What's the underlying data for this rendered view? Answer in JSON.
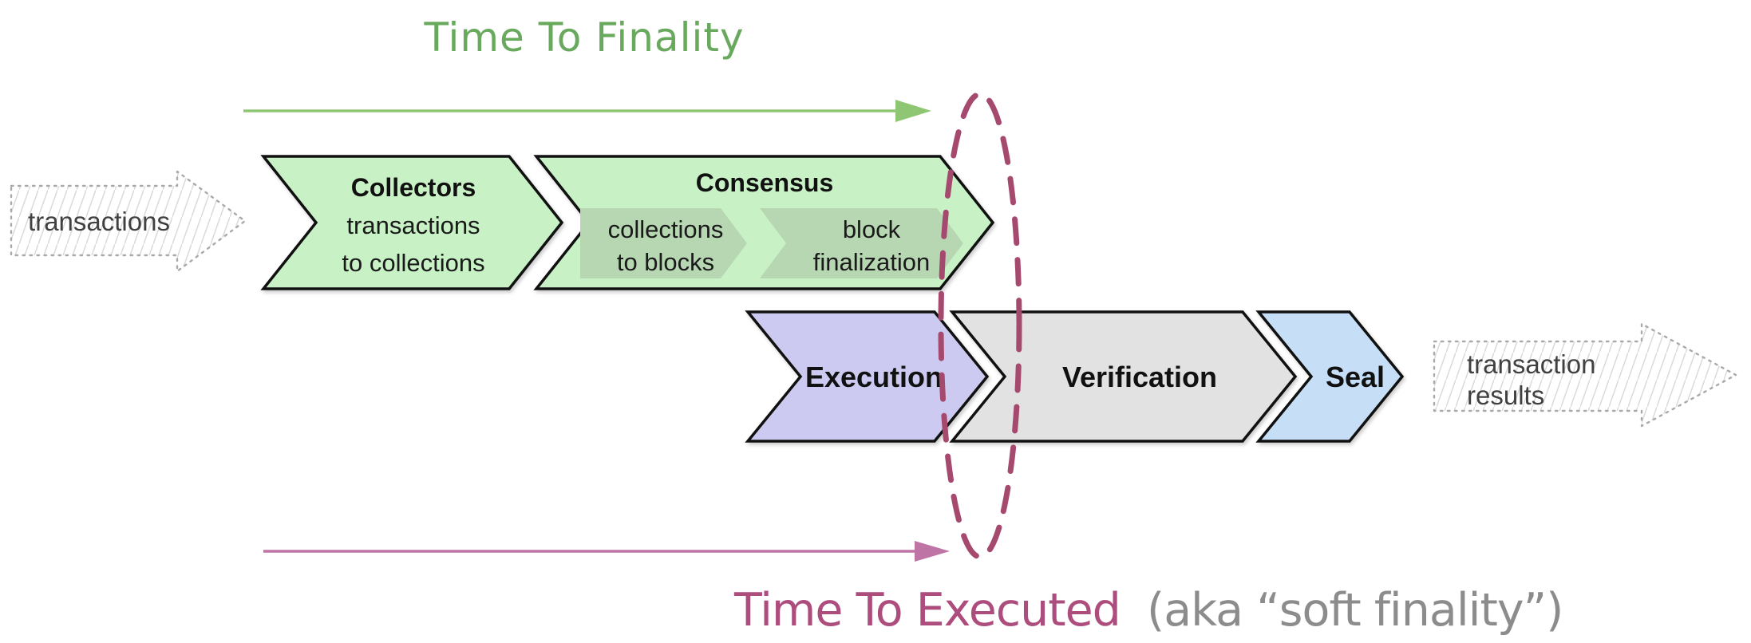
{
  "title": {
    "text": "Time To Finality"
  },
  "bottom": {
    "highlight": "Time To Executed",
    "suffix": "(aka “soft finality”)"
  },
  "input_arrow": {
    "label": "transactions"
  },
  "output_arrow": {
    "line1": "transaction",
    "line2": "results"
  },
  "stages": {
    "collectors": {
      "title": "Collectors",
      "line1": "transactions",
      "line2": "to collections"
    },
    "consensus": {
      "title": "Consensus",
      "sub1": {
        "line1": "collections",
        "line2": "to blocks"
      },
      "sub2": {
        "line1": "block",
        "line2": "finalization"
      }
    },
    "execution": {
      "label": "Execution"
    },
    "verification": {
      "label": "Verification"
    },
    "seal": {
      "label": "Seal"
    }
  },
  "colors": {
    "title_green": "#69a95e",
    "arrow_green": "#8fc674",
    "stage_green_fill": "#c8f1c5",
    "consensus_sub_fill": "#b6d7b2",
    "execution_fill": "#cccaf1",
    "verification_fill": "#e2e2e2",
    "seal_fill": "#c6dff6",
    "ellipse_maroon": "#a54a6e",
    "arrow_pink": "#bf74a6",
    "text_pink": "#ad4d7d",
    "text_gray": "#8c8c8c"
  }
}
